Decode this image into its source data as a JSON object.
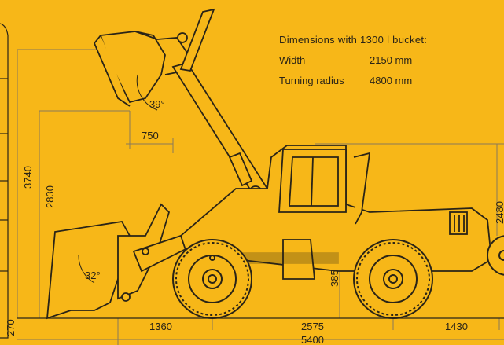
{
  "specs": {
    "title": "Dimensions with  1300 l bucket:",
    "rows": [
      {
        "label": "Width",
        "value": "2150 mm"
      },
      {
        "label": "Turning radius",
        "value": "4800 mm"
      }
    ]
  },
  "dimensions": {
    "max_height": "3740",
    "dump_height": "2830",
    "ground_offset": "270",
    "reach": "750",
    "dump_angle": "39°",
    "rollback_angle": "32°",
    "front_overhang": "1360",
    "wheelbase": "2575",
    "rear_overhang": "1430",
    "overall_length": "5400",
    "ground_clearance": "385",
    "cab_height": "2480"
  },
  "colors": {
    "background": "#f7b718",
    "line": "#2a2417",
    "dim_line": "#8a7a5a"
  }
}
